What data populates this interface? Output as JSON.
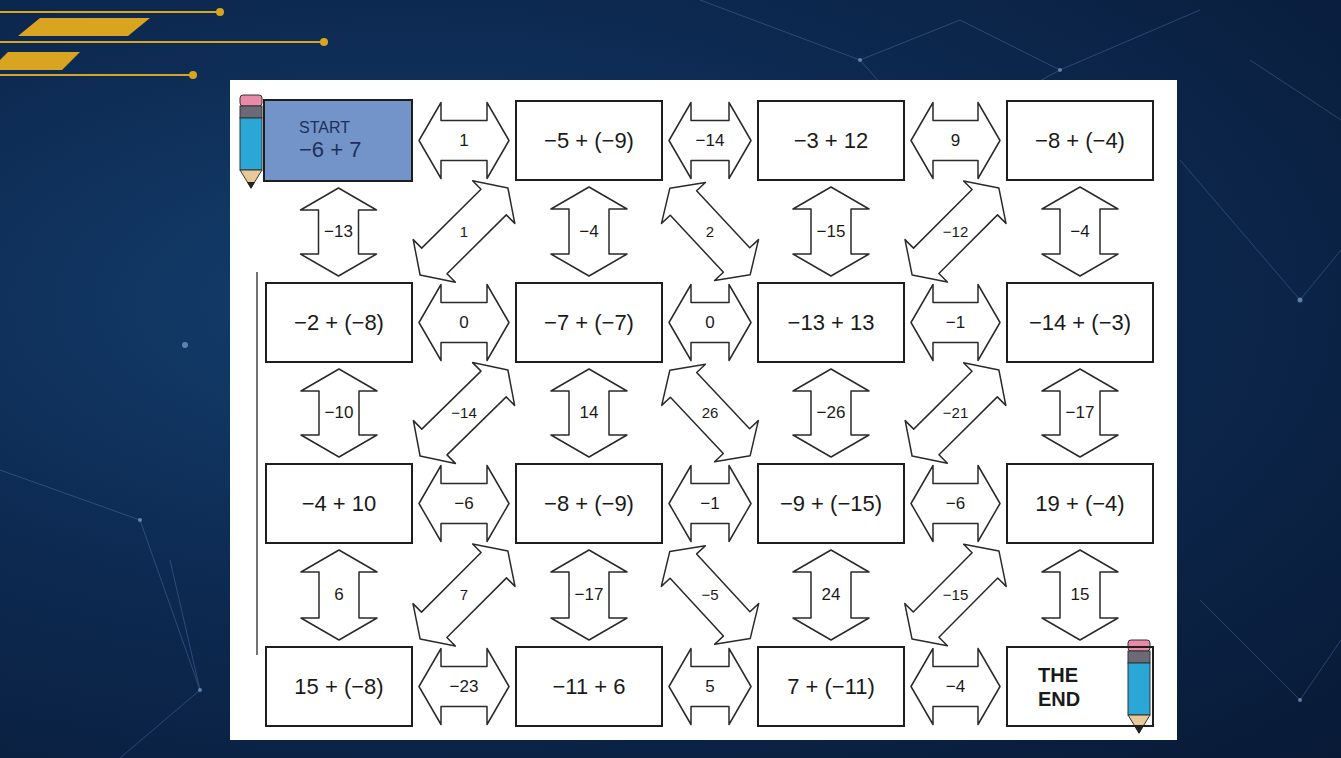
{
  "diagram": {
    "nodes": [
      {
        "text": [
          "START",
          "−6 + 7"
        ]
      },
      {
        "text": [
          "−5 + (−9)"
        ]
      },
      {
        "text": [
          "−3 + 12"
        ]
      },
      {
        "text": [
          "−8 + (−4)"
        ]
      },
      {
        "text": [
          "−2 + (−8)"
        ]
      },
      {
        "text": [
          "−7 + (−7)"
        ]
      },
      {
        "text": [
          "−13 + 13"
        ]
      },
      {
        "text": [
          "−14 + (−3)"
        ]
      },
      {
        "text": [
          "−4 + 10"
        ]
      },
      {
        "text": [
          "−8 + (−9)"
        ]
      },
      {
        "text": [
          "−9 + (−15)"
        ]
      },
      {
        "text": [
          "19 + (−4)"
        ]
      },
      {
        "text": [
          "15 + (−8)"
        ]
      },
      {
        "text": [
          "−11 + 6"
        ]
      },
      {
        "text": [
          "7 + (−11)"
        ]
      },
      {
        "text": [
          "THE END"
        ]
      }
    ],
    "edges": [
      {
        "from": 0,
        "to": 1,
        "label": "1",
        "arrow": "both"
      },
      {
        "from": 1,
        "to": 2,
        "label": "−14",
        "arrow": "both"
      },
      {
        "from": 2,
        "to": 3,
        "label": "9",
        "arrow": "both"
      },
      {
        "from": 0,
        "to": 4,
        "label": "−13",
        "arrow": "both"
      },
      {
        "from": 1,
        "to": 4,
        "label": "1",
        "arrow": "both"
      },
      {
        "from": 1,
        "to": 5,
        "label": "−4",
        "arrow": "both"
      },
      {
        "from": 1,
        "to": 6,
        "label": "2",
        "arrow": "both"
      },
      {
        "from": 2,
        "to": 6,
        "label": "−15",
        "arrow": "both"
      },
      {
        "from": 3,
        "to": 6,
        "label": "−12",
        "arrow": "both"
      },
      {
        "from": 3,
        "to": 7,
        "label": "−4",
        "arrow": "both"
      },
      {
        "from": 4,
        "to": 5,
        "label": "0",
        "arrow": "both"
      },
      {
        "from": 5,
        "to": 6,
        "label": "0",
        "arrow": "both"
      },
      {
        "from": 6,
        "to": 7,
        "label": "−1",
        "arrow": "both"
      },
      {
        "from": 4,
        "to": 8,
        "label": "−10",
        "arrow": "both"
      },
      {
        "from": 5,
        "to": 8,
        "label": "−14",
        "arrow": "both"
      },
      {
        "from": 5,
        "to": 9,
        "label": "14",
        "arrow": "both"
      },
      {
        "from": 5,
        "to": 10,
        "label": "26",
        "arrow": "both"
      },
      {
        "from": 6,
        "to": 10,
        "label": "−26",
        "arrow": "both"
      },
      {
        "from": 7,
        "to": 10,
        "label": "−21",
        "arrow": "both"
      },
      {
        "from": 7,
        "to": 11,
        "label": "−17",
        "arrow": "both"
      },
      {
        "from": 8,
        "to": 9,
        "label": "−6",
        "arrow": "both"
      },
      {
        "from": 9,
        "to": 10,
        "label": "−1",
        "arrow": "both"
      },
      {
        "from": 10,
        "to": 11,
        "label": "−6",
        "arrow": "both"
      },
      {
        "from": 8,
        "to": 12,
        "label": "6",
        "arrow": "both"
      },
      {
        "from": 9,
        "to": 12,
        "label": "7",
        "arrow": "both"
      },
      {
        "from": 9,
        "to": 13,
        "label": "−17",
        "arrow": "both"
      },
      {
        "from": 9,
        "to": 14,
        "label": "−5",
        "arrow": "both"
      },
      {
        "from": 10,
        "to": 14,
        "label": "24",
        "arrow": "both"
      },
      {
        "from": 11,
        "to": 14,
        "label": "−15",
        "arrow": "both"
      },
      {
        "from": 11,
        "to": 15,
        "label": "15",
        "arrow": "both"
      },
      {
        "from": 12,
        "to": 13,
        "label": "−23",
        "arrow": "both"
      },
      {
        "from": 13,
        "to": 14,
        "label": "5",
        "arrow": "both"
      },
      {
        "from": 14,
        "to": 15,
        "label": "−4",
        "arrow": "both"
      }
    ]
  }
}
